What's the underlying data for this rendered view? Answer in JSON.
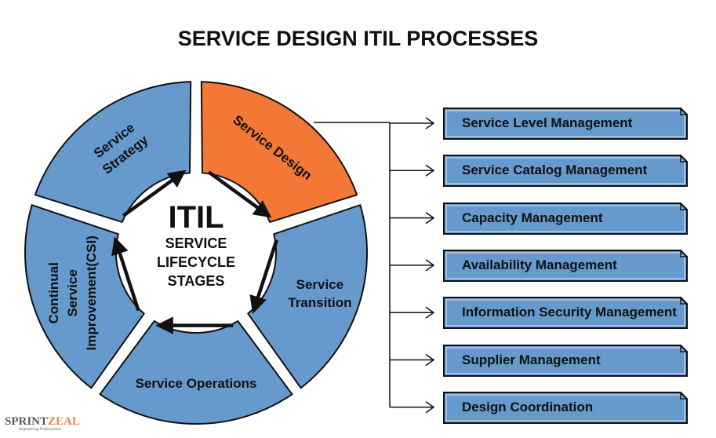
{
  "title": "SERVICE DESIGN ITIL PROCESSES",
  "colors": {
    "segment_blue": "#6699cc",
    "segment_highlight": "#f37735",
    "box_fill": "#6699cc",
    "outline": "#111111"
  },
  "center": {
    "heading": "ITIL",
    "lines": [
      "SERVICE",
      "LIFECYCLE",
      "STAGES"
    ]
  },
  "stages": [
    {
      "id": "service-design",
      "lines": [
        "Service Design"
      ],
      "highlight": true
    },
    {
      "id": "service-transition",
      "lines": [
        "Service",
        "Transition"
      ],
      "highlight": false
    },
    {
      "id": "service-operations",
      "lines": [
        "Service Operations"
      ],
      "highlight": false
    },
    {
      "id": "continual-service-improvement",
      "lines": [
        "Continual",
        "Service",
        "Improvement(CSI)"
      ],
      "highlight": false
    },
    {
      "id": "service-strategy",
      "lines": [
        "Service",
        "Strategy"
      ],
      "highlight": false
    }
  ],
  "processes": [
    "Service Level Management",
    "Service Catalog Management",
    "Capacity Management",
    "Availability Management",
    "Information Security Management",
    "Supplier Management",
    "Design Coordination"
  ],
  "logo": {
    "part1": "SPRINT",
    "part2": "ZEAL",
    "tagline": "Empowering Professionals"
  }
}
